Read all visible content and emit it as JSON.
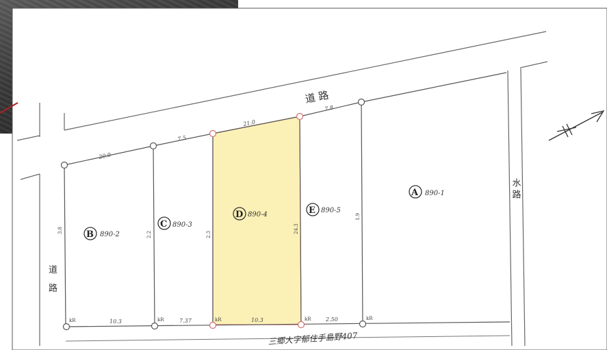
{
  "map": {
    "road_label": "道 路",
    "canal_label": "水 路",
    "left_road_label_top": "道",
    "left_road_label_bottom": "路",
    "address_text": "三郷大字郁住手島野407",
    "highlight_color": "#fbf1b6",
    "north_arrow": "north-arrow-icon",
    "lots": [
      {
        "letter": "A",
        "number": "890-1"
      },
      {
        "letter": "B",
        "number": "890-2"
      },
      {
        "letter": "C",
        "number": "890-3"
      },
      {
        "letter": "D",
        "number": "890-4"
      },
      {
        "letter": "E",
        "number": "890-5"
      }
    ],
    "top_dimensions": [
      "20.0",
      "7.5",
      "21.0",
      "7.8"
    ],
    "bottom_dimensions": [
      "10.3",
      "7.37",
      "10.3",
      "2.50"
    ],
    "side_dimensions": [
      "3.8",
      "2.2",
      "2.3",
      "24.3",
      "1.9"
    ],
    "corner_marks": [
      "kR",
      "kR",
      "kR",
      "kR",
      "kR"
    ]
  }
}
